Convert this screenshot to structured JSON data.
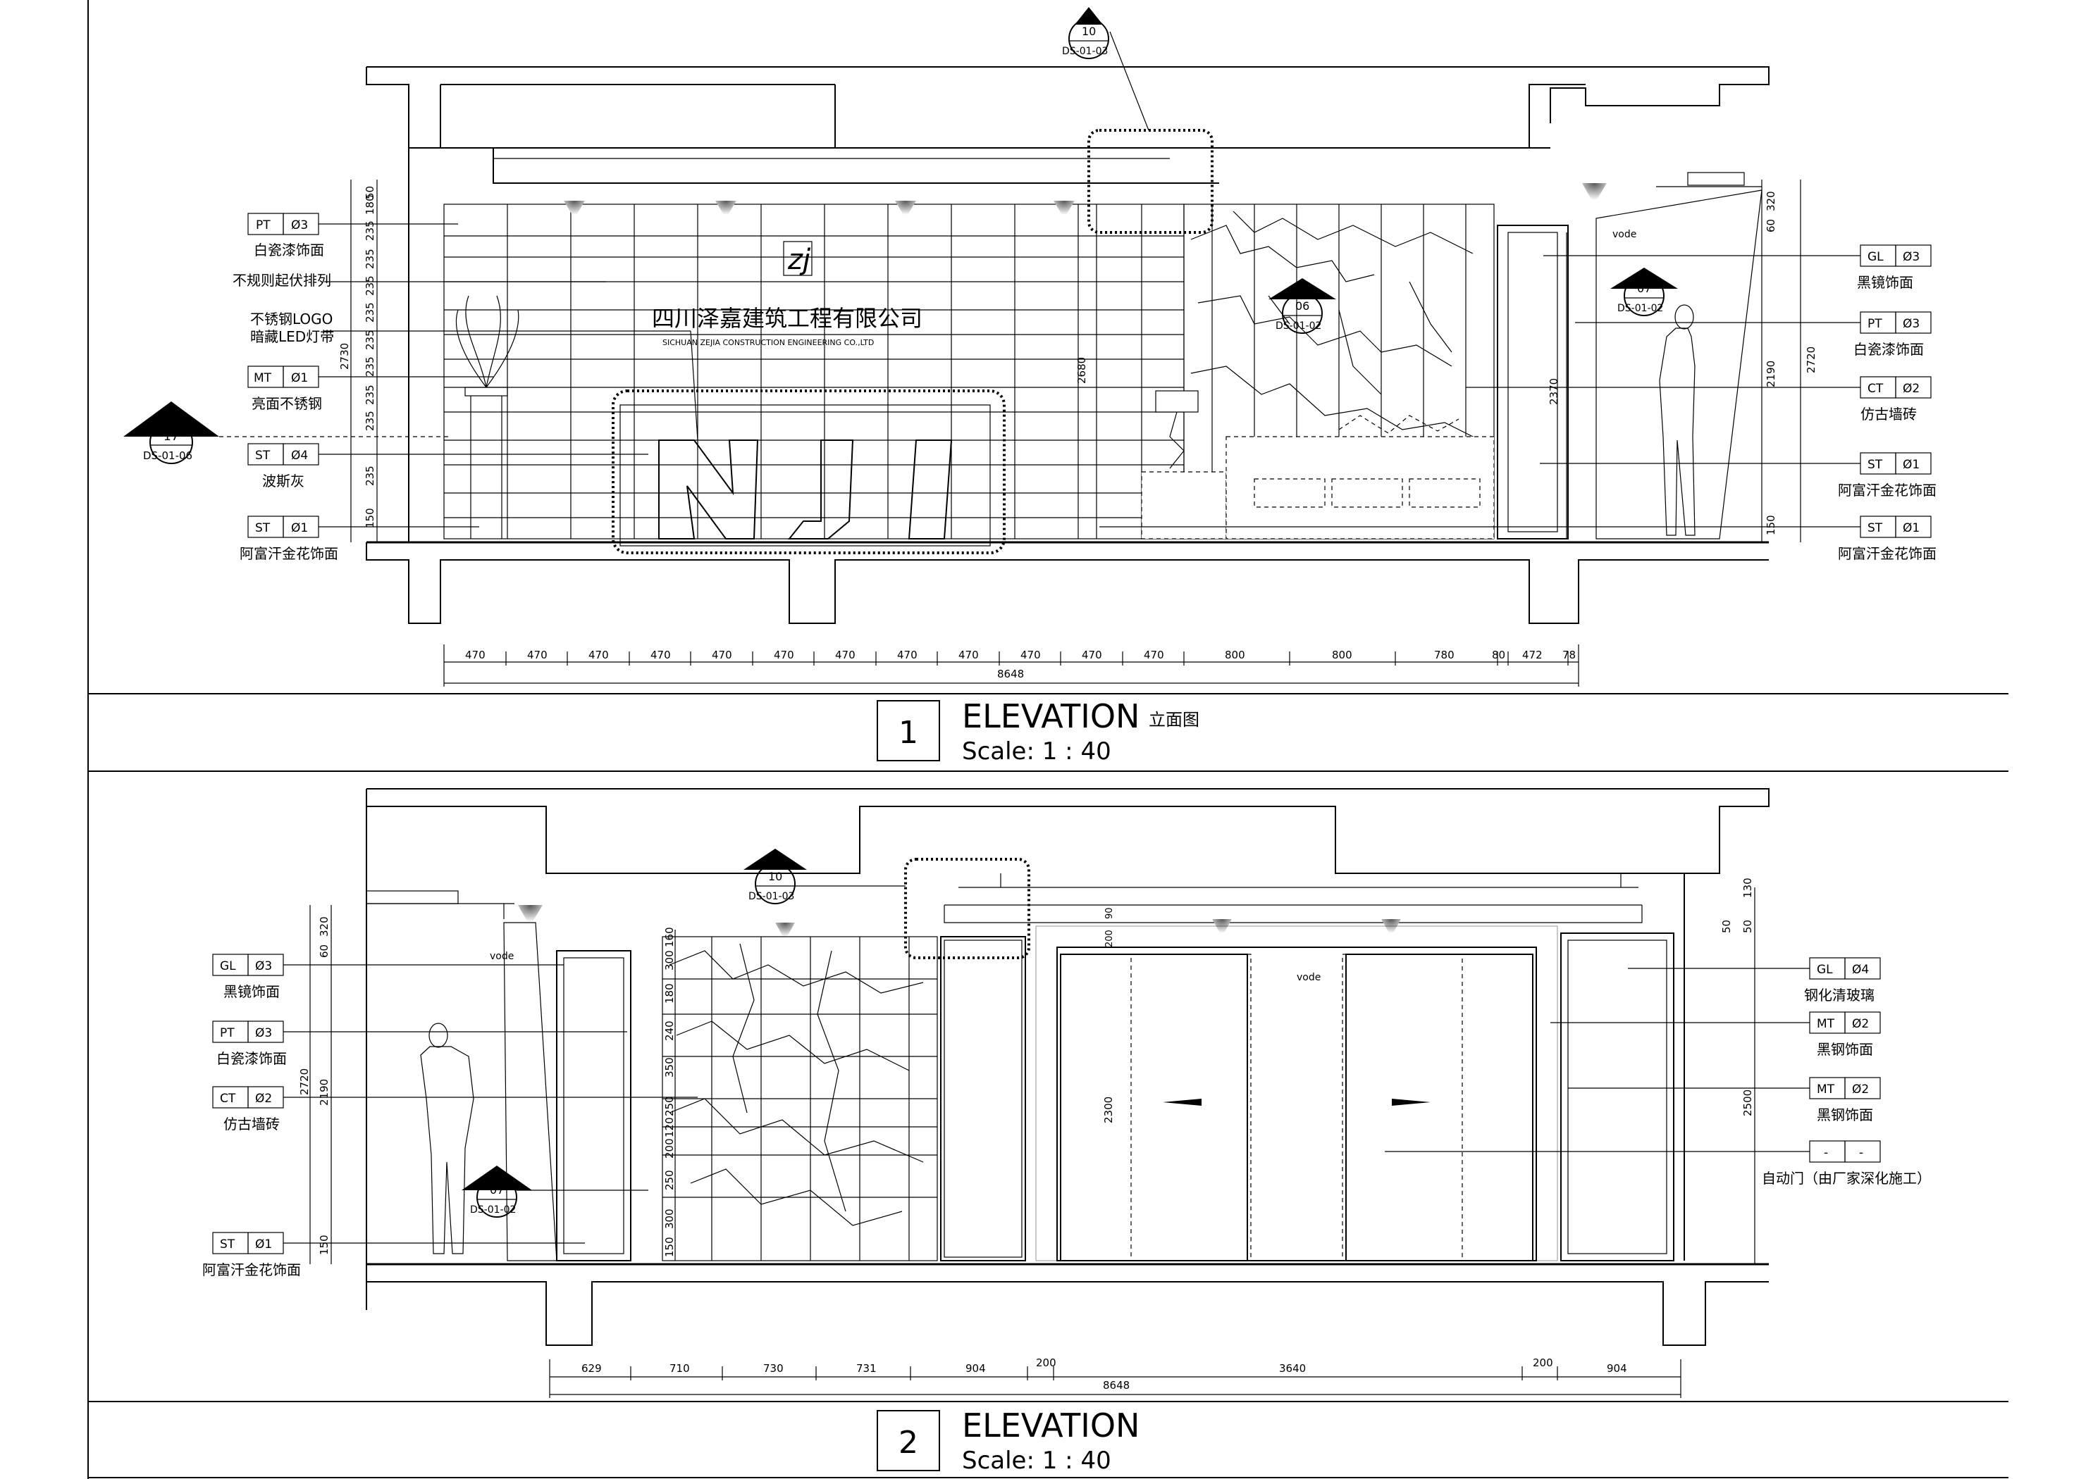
{
  "elevations": [
    {
      "number": "1",
      "title": "ELEVATION",
      "title_cn": "立面图",
      "scale": "Scale: 1 : 40",
      "left_tags": [
        {
          "code": "PT",
          "num": "Ø3",
          "desc": "白瓷漆饰面"
        },
        {
          "code": "",
          "num": "",
          "desc": "不规则起伏排列"
        },
        {
          "code": "",
          "num": "",
          "desc": "不锈钢LOGO"
        },
        {
          "code": "",
          "num": "",
          "desc": "暗藏LED灯带"
        },
        {
          "code": "MT",
          "num": "Ø1",
          "desc": "亮面不锈钢"
        },
        {
          "code": "ST",
          "num": "Ø4",
          "desc": "波斯灰"
        },
        {
          "code": "ST",
          "num": "Ø1",
          "desc": "阿富汗金花饰面"
        }
      ],
      "right_tags": [
        {
          "code": "GL",
          "num": "Ø3",
          "desc": "黑镜饰面"
        },
        {
          "code": "PT",
          "num": "Ø3",
          "desc": "白瓷漆饰面"
        },
        {
          "code": "CT",
          "num": "Ø2",
          "desc": "仿古墙砖"
        },
        {
          "code": "ST",
          "num": "Ø1",
          "desc": "阿富汗金花饰面"
        },
        {
          "code": "ST",
          "num": "Ø1",
          "desc": "阿富汗金花饰面"
        }
      ],
      "callouts": [
        {
          "top": "10",
          "bottom": "DS-01-03"
        },
        {
          "top": "06",
          "bottom": "DS-01-02"
        },
        {
          "top": "07",
          "bottom": "DS-01-02"
        },
        {
          "top": "17",
          "bottom": "DS-01-06"
        }
      ],
      "company_cn": "四川泽嘉建筑工程有限公司",
      "company_en": "SICHUAN ZEJIA CONSTRUCTION ENGINEERING CO.,LTD",
      "logo_text": "NJJ",
      "vode": "vode",
      "dims_bottom": [
        "470",
        "470",
        "470",
        "470",
        "470",
        "470",
        "470",
        "470",
        "470",
        "470",
        "470",
        "470",
        "800",
        "800",
        "780",
        "80",
        "472",
        "78"
      ],
      "total": "8648",
      "dims_left": [
        "50",
        "180",
        "235",
        "235",
        "235",
        "235",
        "235",
        "235",
        "235",
        "235",
        "235",
        "150"
      ],
      "left_total": "2730",
      "dim_2680": "2680",
      "dim_2370": "2370",
      "dims_right": [
        "320",
        "60",
        "2190",
        "150"
      ],
      "right_total": "2720"
    },
    {
      "number": "2",
      "title": "ELEVATION",
      "title_cn": "",
      "scale": "Scale: 1 : 40",
      "left_tags": [
        {
          "code": "GL",
          "num": "Ø3",
          "desc": "黑镜饰面"
        },
        {
          "code": "PT",
          "num": "Ø3",
          "desc": "白瓷漆饰面"
        },
        {
          "code": "CT",
          "num": "Ø2",
          "desc": "仿古墙砖"
        },
        {
          "code": "ST",
          "num": "Ø1",
          "desc": "阿富汗金花饰面"
        }
      ],
      "right_tags": [
        {
          "code": "GL",
          "num": "Ø4",
          "desc": "钢化清玻璃"
        },
        {
          "code": "MT",
          "num": "Ø2",
          "desc": "黑钢饰面"
        },
        {
          "code": "MT",
          "num": "Ø2",
          "desc": "黑钢饰面"
        },
        {
          "code": "-",
          "num": "-",
          "desc": "自动门（由厂家深化施工）"
        }
      ],
      "callouts": [
        {
          "top": "10",
          "bottom": "DS-01-03"
        },
        {
          "top": "07",
          "bottom": "DS-01-02"
        }
      ],
      "vode": "vode",
      "dims_bottom": [
        "629",
        "710",
        "730",
        "731",
        "904",
        "200",
        "3640",
        "200",
        "904"
      ],
      "total": "8648",
      "dims_left": [
        "320",
        "60",
        "2190",
        "150"
      ],
      "left_total": "2720",
      "dims_panel": [
        "160",
        "300",
        "180",
        "240",
        "350",
        "250",
        "120",
        "200",
        "250",
        "300",
        "150"
      ],
      "dim_2300": "2300",
      "dim_90": "90",
      "dim_200": "200",
      "dims_right": [
        "130",
        "50",
        "50",
        "2500"
      ]
    }
  ]
}
